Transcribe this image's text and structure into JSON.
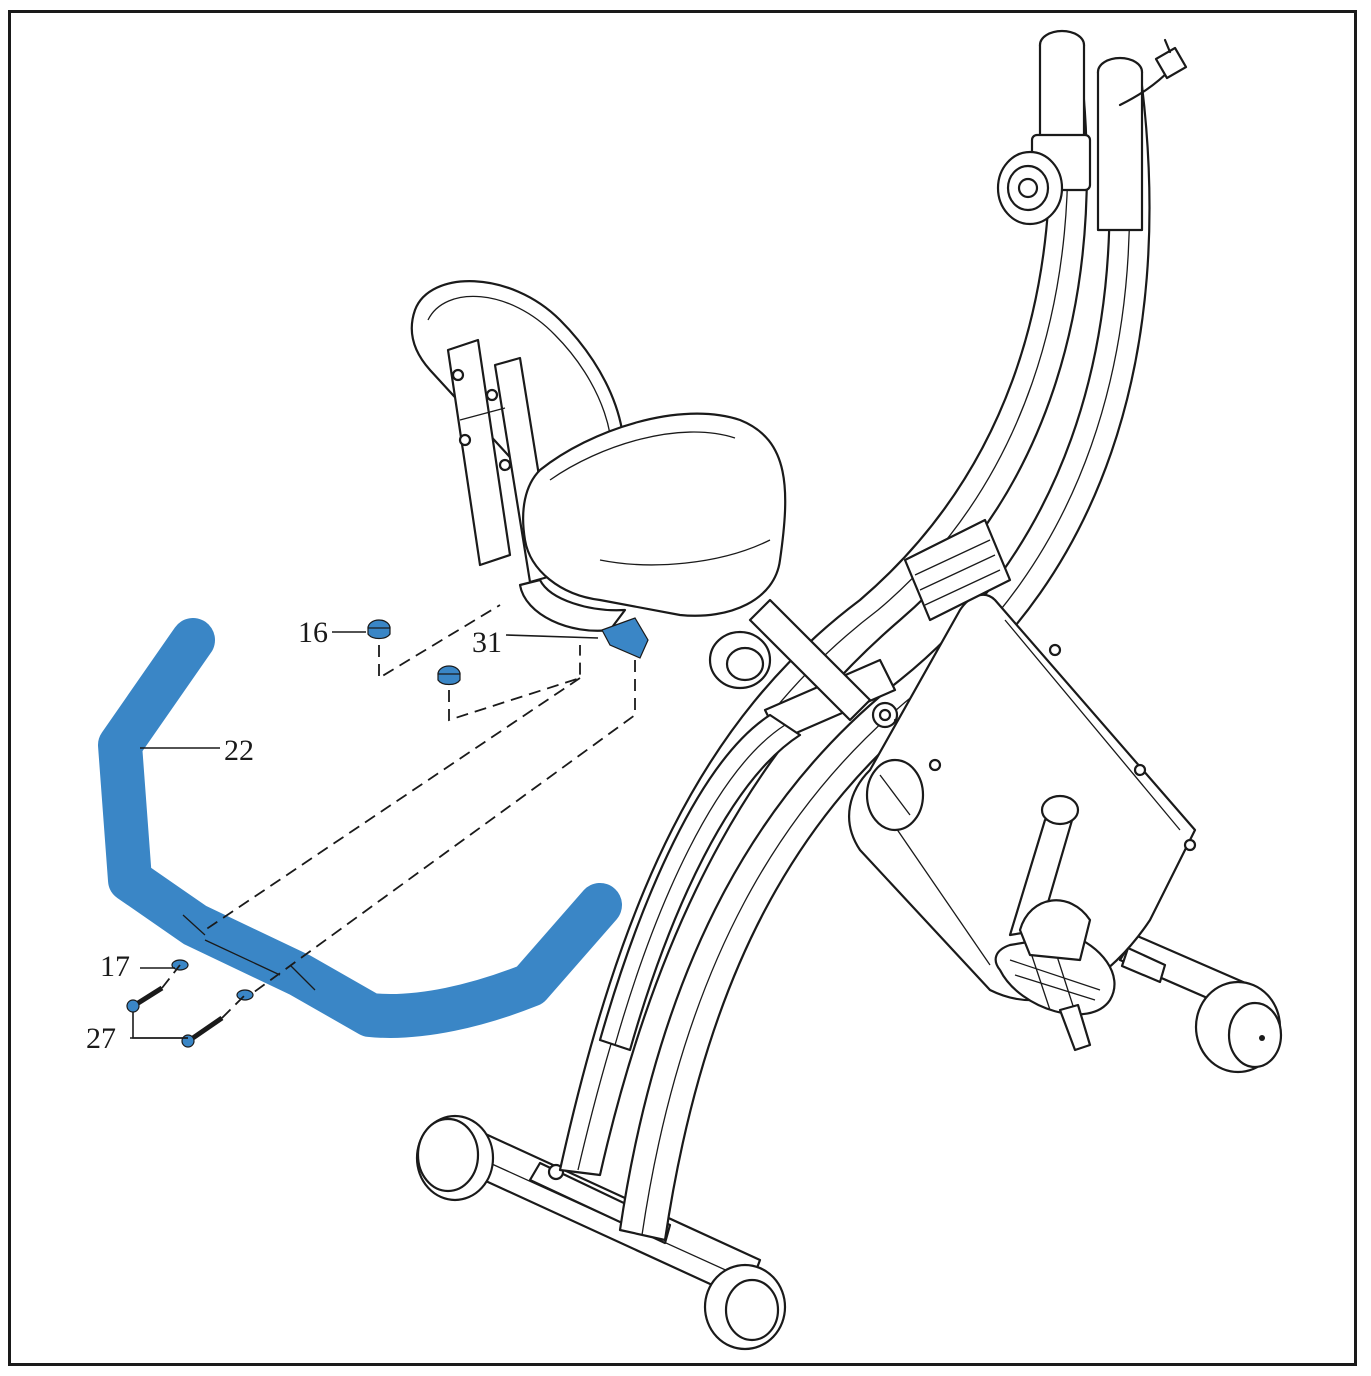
{
  "highlight_color": "#3a86c6",
  "outline_color": "#1a1a1a",
  "callouts": {
    "handlebar": "22",
    "end_cap": "16",
    "bracket": "31",
    "washer": "17",
    "bolt": "27"
  },
  "parts": {
    "frame": "bike-frame-icon",
    "seat": "seat-icon",
    "handlebar": "handlebar-icon",
    "pedal": "pedal-icon",
    "flywheel": "flywheel-housing-icon"
  }
}
